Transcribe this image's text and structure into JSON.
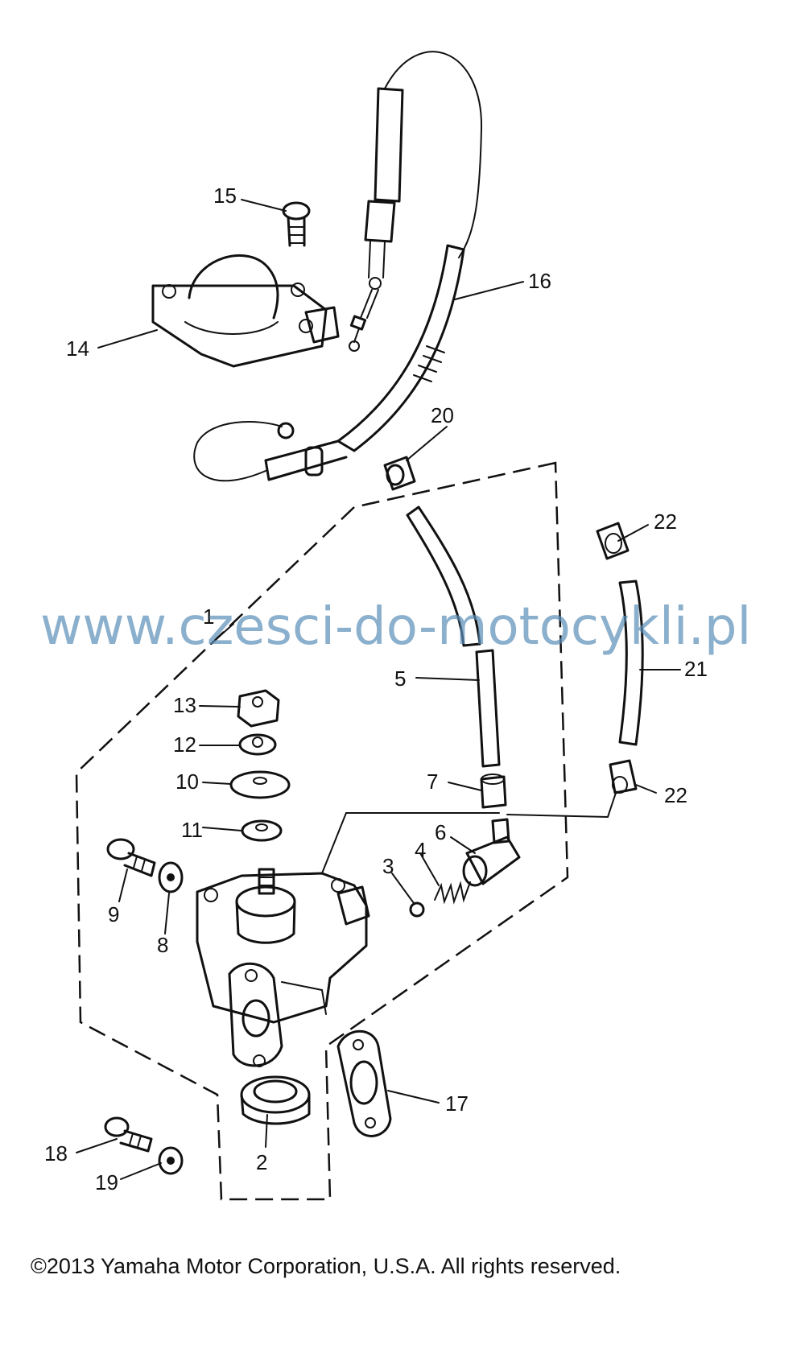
{
  "watermark": "www.czesci-do-motocykli.pl",
  "copyright": "©2013 Yamaha Motor Corporation, U.S.A. All rights reserved.",
  "callouts": [
    {
      "id": "1",
      "text": "1"
    },
    {
      "id": "2",
      "text": "2"
    },
    {
      "id": "3",
      "text": "3"
    },
    {
      "id": "4",
      "text": "4"
    },
    {
      "id": "5",
      "text": "5"
    },
    {
      "id": "6",
      "text": "6"
    },
    {
      "id": "7",
      "text": "7"
    },
    {
      "id": "8",
      "text": "8"
    },
    {
      "id": "9",
      "text": "9"
    },
    {
      "id": "10",
      "text": "10"
    },
    {
      "id": "11",
      "text": "11"
    },
    {
      "id": "12",
      "text": "12"
    },
    {
      "id": "13",
      "text": "13"
    },
    {
      "id": "14",
      "text": "14"
    },
    {
      "id": "15",
      "text": "15"
    },
    {
      "id": "16",
      "text": "16"
    },
    {
      "id": "17",
      "text": "17"
    },
    {
      "id": "18",
      "text": "18"
    },
    {
      "id": "19",
      "text": "19"
    },
    {
      "id": "20",
      "text": "20"
    },
    {
      "id": "21",
      "text": "21"
    },
    {
      "id": "22a",
      "text": "22"
    },
    {
      "id": "22b",
      "text": "22"
    }
  ]
}
